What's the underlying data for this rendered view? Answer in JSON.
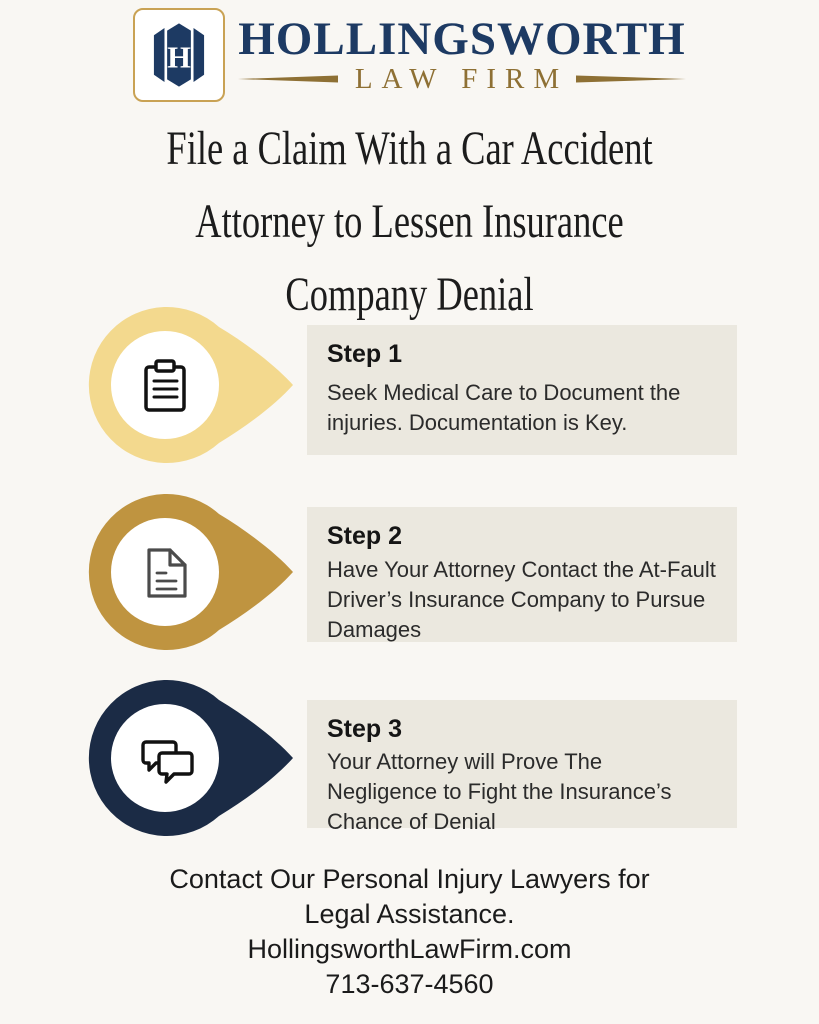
{
  "brand": {
    "monogram": "H",
    "name": "HOLLINGSWORTH",
    "subtitle": "LAW FIRM"
  },
  "title": {
    "lines": [
      "File a Claim With a Car Accident",
      "Attorney to Lessen Insurance",
      "Company Denial"
    ]
  },
  "steps": [
    {
      "heading": "Step 1",
      "body": "Seek Medical Care to Document the injuries. Documentation is Key.",
      "icon": "clipboard-icon"
    },
    {
      "heading": "Step 2",
      "body": "Have Your Attorney Contact the At-Fault Driver’s Insurance Company to Pursue Damages",
      "icon": "document-icon"
    },
    {
      "heading": "Step 3",
      "body": "Your Attorney will Prove The Negligence to Fight the Insurance’s Chance of Denial",
      "icon": "chat-bubbles-icon"
    }
  ],
  "footer": {
    "lines": [
      "Contact Our Personal Injury Lawyers for",
      "Legal Assistance.",
      "HollingsworthLawFirm.com",
      "713-637-4560"
    ]
  },
  "colors": {
    "page_bg": "#f9f7f3",
    "card_bg": "#ebe8df",
    "navy": "#1d3a63",
    "gold": "#8e7034",
    "gold_border": "#c9a254",
    "step1_accent": "#f3d98e",
    "step2_accent": "#bf9440",
    "step3_accent": "#1b2b45"
  }
}
